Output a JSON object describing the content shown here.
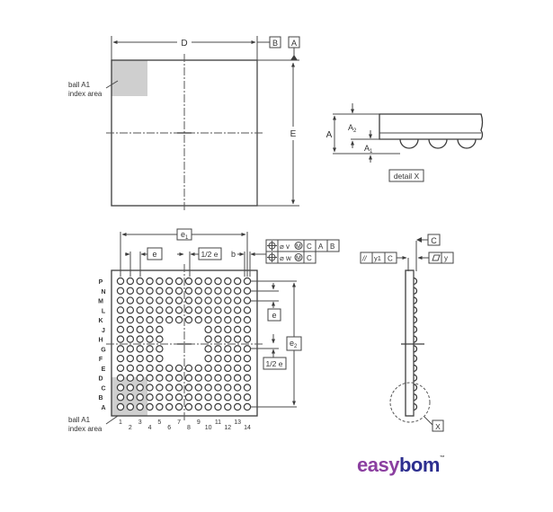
{
  "top_view": {
    "dim_D": "D",
    "dim_E": "E",
    "datum_B": "B",
    "datum_A": "A",
    "index_label_line1": "ball A1",
    "index_label_line2": "index area"
  },
  "detail": {
    "dim_A": "A",
    "dim_A2_main": "A",
    "dim_A2_sub": "2",
    "dim_A1_main": "A",
    "dim_A1_sub": "1",
    "caption": "detail X"
  },
  "bottom_view": {
    "dim_e1_main": "e",
    "dim_e1_sub": "1",
    "dim_e2_main": "e",
    "dim_e2_sub": "2",
    "dim_e": "e",
    "dim_half_e": "1/2 e",
    "dim_b": "b",
    "dim_e_right": "e",
    "dim_half_e_right": "1/2 e",
    "tolerance_frame": {
      "row1": [
        "⌀ v",
        "C",
        "A",
        "B"
      ],
      "row2": [
        "⌀ w",
        "C"
      ]
    },
    "rows": [
      "P",
      "N",
      "M",
      "L",
      "K",
      "J",
      "H",
      "G",
      "F",
      "E",
      "D",
      "C",
      "B",
      "A"
    ],
    "columns": [
      "1",
      "2",
      "3",
      "4",
      "5",
      "6",
      "7",
      "8",
      "9",
      "10",
      "11",
      "12",
      "13",
      "14"
    ],
    "depopulated": {
      "rows": [
        "J",
        "H",
        "G",
        "F"
      ],
      "columns": [
        "6",
        "7",
        "8",
        "9"
      ]
    },
    "index_label_line1": "ball A1",
    "index_label_line2": "index area"
  },
  "side_view": {
    "datum_C": "C",
    "parallelism_frame": [
      "//",
      "y1",
      "C"
    ],
    "flatness_frame": [
      "▱",
      "y"
    ],
    "detail_ref": "X"
  },
  "brand": {
    "part1": "easy",
    "part2": "bom",
    "tm": "™"
  },
  "colors": {
    "index_area_fill": "#cfcfcf",
    "line": "#4a4a4a",
    "brand_purple": "#8b3fa0",
    "brand_navy": "#2d2f8f"
  }
}
